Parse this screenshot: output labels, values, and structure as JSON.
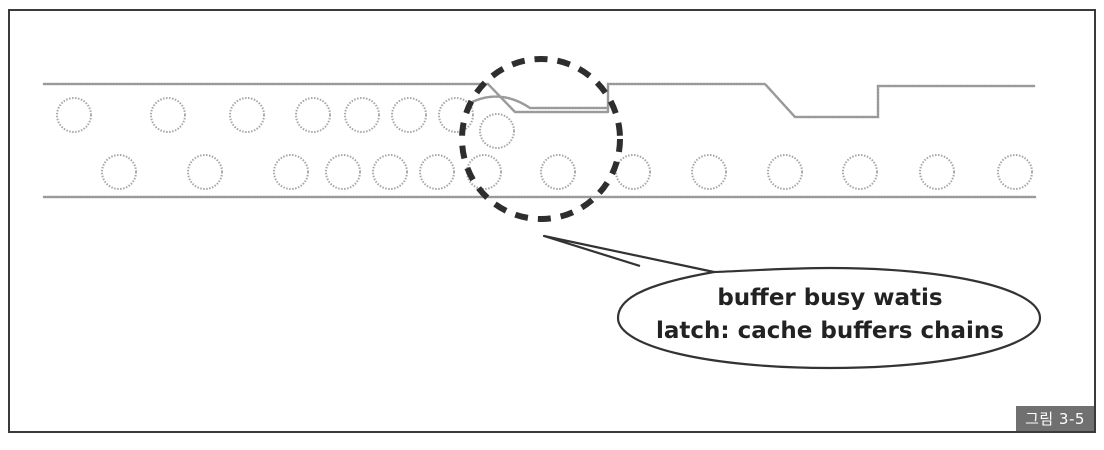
{
  "callout": {
    "line1": "buffer busy watis",
    "line2": "latch: cache buffers chains"
  },
  "figure_label": "그림 3-5",
  "colors": {
    "frame": "#3a3a3a",
    "pipe_outline": "#9a9a9a",
    "circle_outline": "#a6a6a6",
    "dash_ring": "#2e2e2e",
    "label_bg": "#707070"
  }
}
